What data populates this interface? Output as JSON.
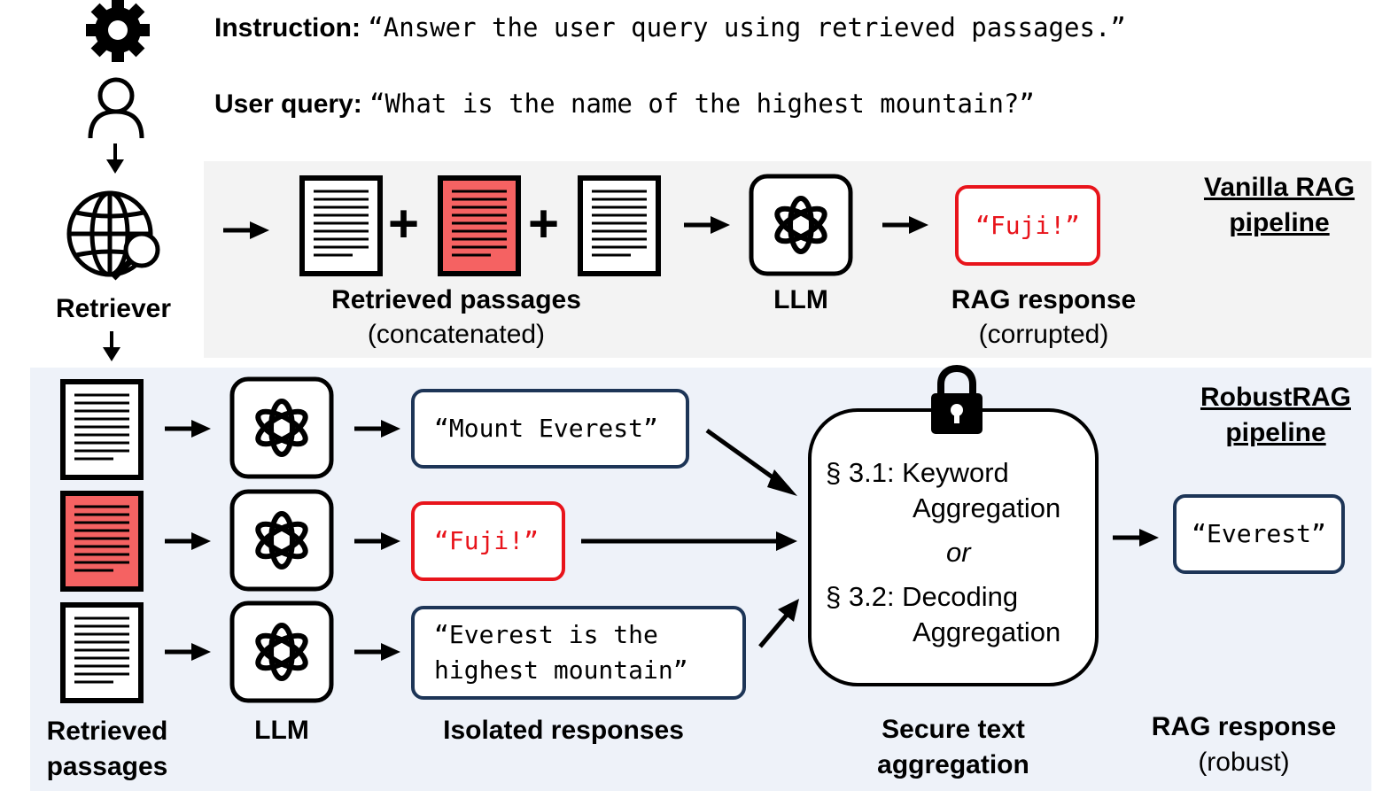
{
  "header": {
    "instruction_label": "Instruction:",
    "instruction_text": "“Answer the user query using retrieved passages.”",
    "query_label": "User query:",
    "query_text": "“What is the name of the highest mountain?”"
  },
  "left": {
    "retriever_label": "Retriever",
    "icons": [
      "gear-icon",
      "user-icon",
      "globe-search-icon"
    ]
  },
  "vanilla": {
    "title_line1": "Vanilla RAG",
    "title_line2": "pipeline",
    "passages_label": "Retrieved passages",
    "passages_sub": "(concatenated)",
    "plus": "+",
    "llm_label": "LLM",
    "response_text": "“Fuji!”",
    "response_label": "RAG response",
    "response_sub": "(corrupted)"
  },
  "robust": {
    "title_line1": "RobustRAG",
    "title_line2": "pipeline",
    "passages_label_line1": "Retrieved",
    "passages_label_line2": "passages",
    "llm_label": "LLM",
    "responses": [
      {
        "text": "“Mount Everest”",
        "corrupted": false
      },
      {
        "text": "“Fuji!”",
        "corrupted": true
      },
      {
        "text": "“Everest is the\nhighest mountain”",
        "corrupted": false
      }
    ],
    "isolated_label": "Isolated responses",
    "agg_line1": "§ 3.1: Keyword",
    "agg_line2": "Aggregation",
    "agg_or": "or",
    "agg_line3": "§ 3.2: Decoding",
    "agg_line4": "Aggregation",
    "secure_label_line1": "Secure text",
    "secure_label_line2": "aggregation",
    "final_response": "“Everest”",
    "final_label": "RAG response",
    "final_sub": "(robust)"
  },
  "colors": {
    "corrupt_fill": "#f56262",
    "corrupt_border": "#e8141b",
    "navy_border": "#1d3557",
    "band_top": "#f3f3f3",
    "band_bottom": "#eef2f9"
  }
}
